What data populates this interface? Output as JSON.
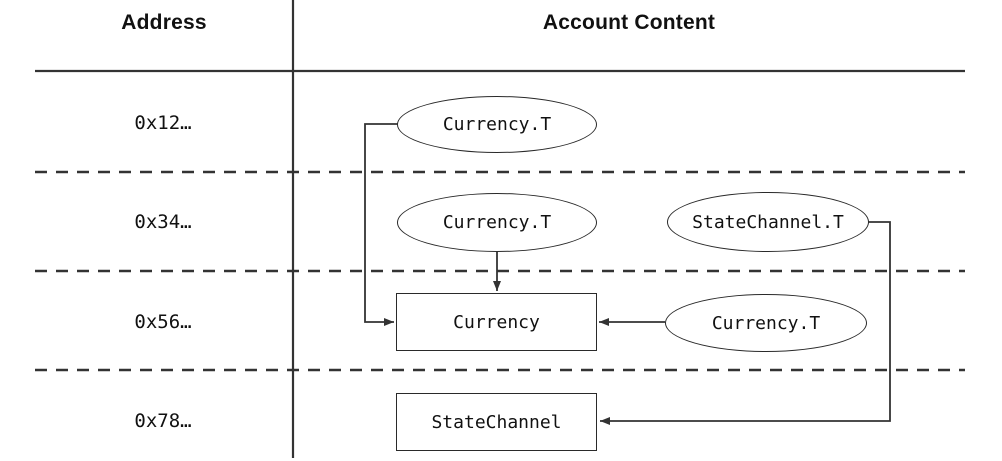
{
  "diagram": {
    "title": "",
    "columns": [
      {
        "label": "Address"
      },
      {
        "label": "Account Content"
      }
    ],
    "rows": [
      {
        "address": "0x12…"
      },
      {
        "address": "0x34…"
      },
      {
        "address": "0x56…"
      },
      {
        "address": "0x78…"
      }
    ],
    "nodes": [
      {
        "id": "currency-t-row1",
        "shape": "ellipse",
        "label": "Currency.T",
        "row": "0x12…"
      },
      {
        "id": "currency-t-row2",
        "shape": "ellipse",
        "label": "Currency.T",
        "row": "0x34…"
      },
      {
        "id": "statechannel-t-row2",
        "shape": "ellipse",
        "label": "StateChannel.T",
        "row": "0x34…"
      },
      {
        "id": "currency-module",
        "shape": "rect",
        "label": "Currency",
        "row": "0x56…"
      },
      {
        "id": "currency-t-row3",
        "shape": "ellipse",
        "label": "Currency.T",
        "row": "0x56…"
      },
      {
        "id": "statechannel-module",
        "shape": "rect",
        "label": "StateChannel",
        "row": "0x78…"
      }
    ],
    "edges": [
      {
        "from": "currency-t-row1",
        "to": "currency-module",
        "enters": "left side"
      },
      {
        "from": "currency-t-row2",
        "to": "currency-module",
        "enters": "top side"
      },
      {
        "from": "currency-t-row3",
        "to": "currency-module",
        "enters": "right side"
      },
      {
        "from": "statechannel-t-row2",
        "to": "statechannel-module",
        "enters": "right side"
      }
    ],
    "colors": {
      "line": "#333333",
      "shape_stroke": "#2a2a2a",
      "text": "#111111",
      "background": "#ffffff"
    }
  }
}
